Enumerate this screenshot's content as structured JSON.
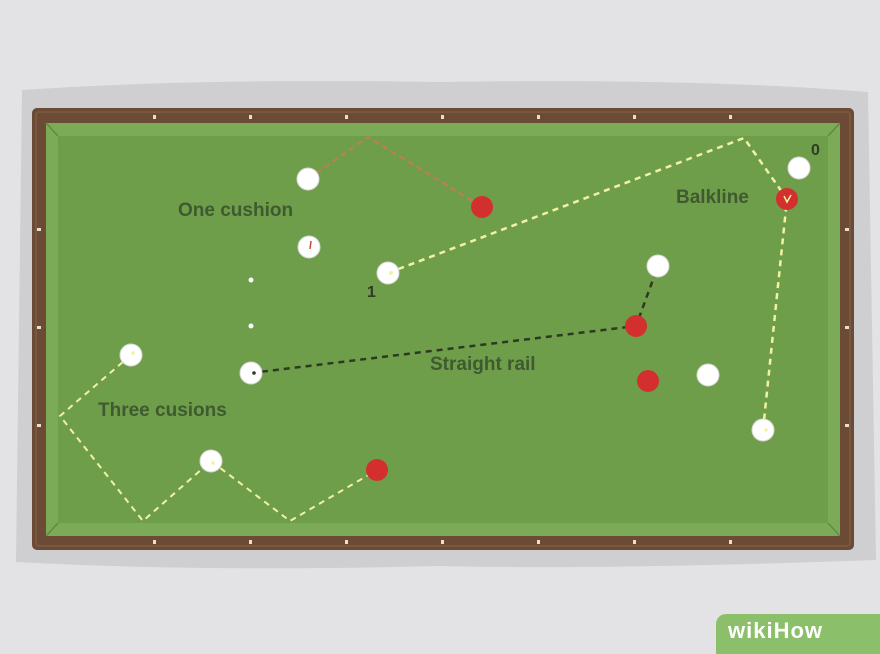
{
  "labels": {
    "one_cushion": "One cushion",
    "balkline": "Balkline",
    "straight_rail": "Straight rail",
    "three_cushions": "Three cusions",
    "num_one": "1",
    "num_zero": "0"
  },
  "watermark": {
    "text": "wikiHow"
  },
  "colors": {
    "background": "#e3e3e5",
    "rail": "#6b4a36",
    "cushion": "#7cab58",
    "cloth": "#6f9e4a",
    "white_ball": "#ffffff",
    "red_ball": "#d32f2f",
    "path_yellow": "#f1f3a3",
    "path_dark": "#2d3a22",
    "path_red": "#c9785a",
    "label_text": "#3f5a31"
  }
}
